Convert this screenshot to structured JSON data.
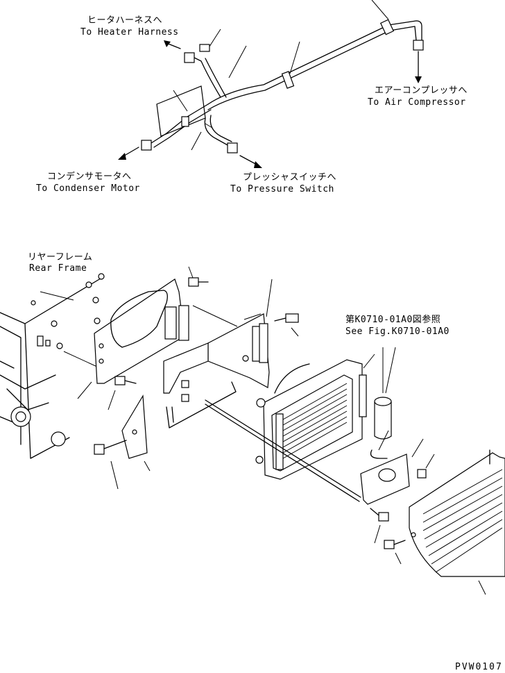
{
  "labels": {
    "heater_jp": "ヒータハーネスへ",
    "heater_en": "To Heater Harness",
    "air_jp": "エアーコンプレッサへ",
    "air_en": "To Air Compressor",
    "condenser_jp": "コンデンサモータへ",
    "condenser_en": "To Condenser Motor",
    "pressure_jp": "プレッシャスイッチへ",
    "pressure_en": "To Pressure Switch",
    "rear_jp": "リヤーフレーム",
    "rear_en": "Rear Frame",
    "fig_jp": "第K0710-01A0図参照",
    "fig_en": "See Fig.K0710-01A0",
    "code": "PVW0107"
  }
}
